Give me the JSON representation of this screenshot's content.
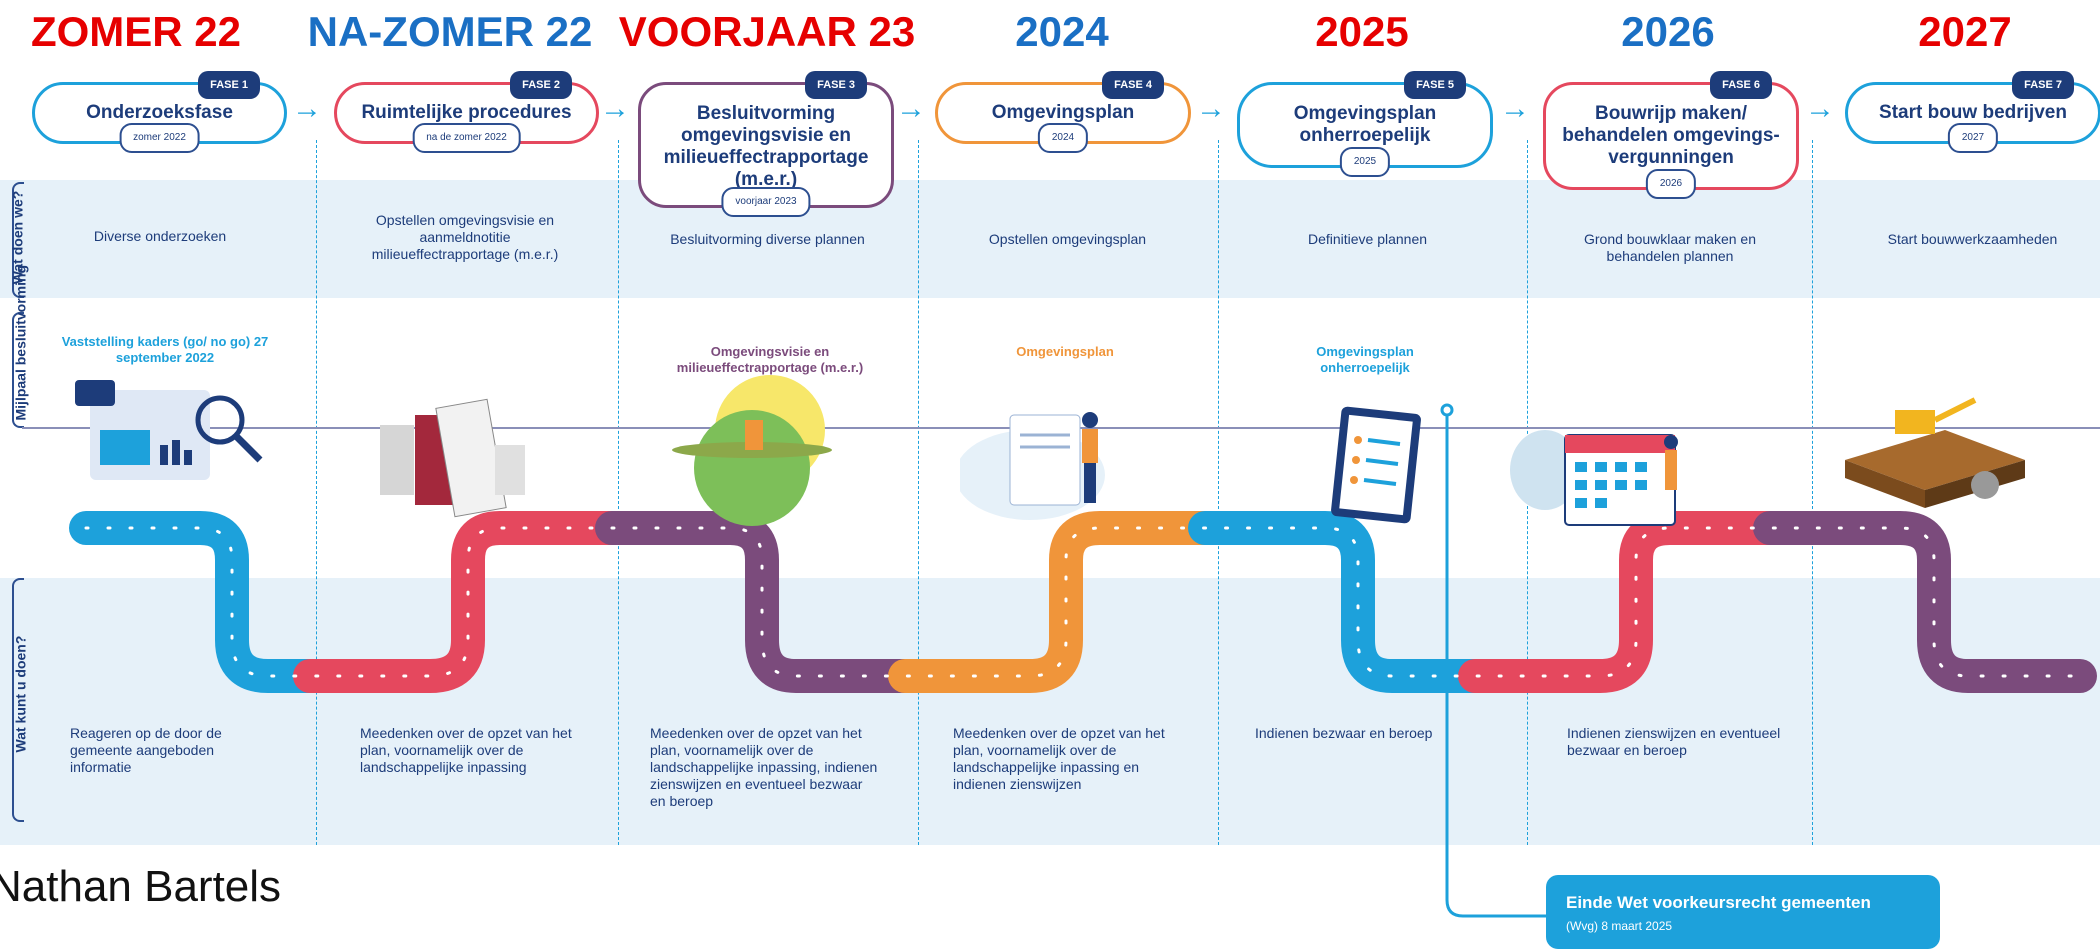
{
  "headlines": [
    {
      "text": "ZOMER 22",
      "color": "#e60000"
    },
    {
      "text": "NA-ZOMER 22",
      "color": "#1a6fc4"
    },
    {
      "text": "VOORJAAR 23",
      "color": "#e60000"
    },
    {
      "text": "2024",
      "color": "#1a6fc4"
    },
    {
      "text": "2025",
      "color": "#e60000"
    },
    {
      "text": "2026",
      "color": "#1a6fc4"
    },
    {
      "text": "2027",
      "color": "#e60000"
    }
  ],
  "row_labels": {
    "wat_doen_we": "Wat doen we?",
    "mijlpaal": "Mijlpaal besluitvorming",
    "wat_kunt_u": "Wat kunt u doen?"
  },
  "phases": [
    {
      "fase": "FASE 1",
      "title": "Onderzoeksfase",
      "date": "zomer 2022",
      "color": "#1da1db",
      "wat_doen_we": "Diverse onderzoeken",
      "wat_kunt_u": "Reageren op de door de gemeente aangeboden informatie"
    },
    {
      "fase": "FASE 2",
      "title": "Ruimtelijke procedures",
      "date": "na de zomer 2022",
      "color": "#e5485e",
      "wat_doen_we": "Opstellen omgevingsvisie en aanmeldnotitie milieueffectrapportage (m.e.r.)",
      "wat_kunt_u": "Meedenken over de opzet van het plan, voornamelijk over de landschappelijke inpassing"
    },
    {
      "fase": "FASE 3",
      "title": "Besluitvorming omgevingsvisie en milieueffectrapportage (m.e.r.)",
      "date": "voorjaar 2023",
      "color": "#7b4b7c",
      "wat_doen_we": "Besluitvorming diverse plannen",
      "wat_kunt_u": "Meedenken over de opzet van het plan, voornamelijk over de landschappelijke inpassing, indienen zienswijzen en eventueel bezwaar en beroep"
    },
    {
      "fase": "FASE 4",
      "title": "Omgevingsplan",
      "date": "2024",
      "color": "#f0953a",
      "wat_doen_we": "Opstellen omgevingsplan",
      "wat_kunt_u": "Meedenken over de opzet van het plan, voornamelijk over de landschappelijke inpassing en indienen zienswijzen"
    },
    {
      "fase": "FASE 5",
      "title": "Omgevingsplan onherroepelijk",
      "date": "2025",
      "color": "#1da1db",
      "wat_doen_we": "Definitieve plannen",
      "wat_kunt_u": "Indienen bezwaar en beroep"
    },
    {
      "fase": "FASE 6",
      "title": "Bouwrijp maken/ behandelen omgevings-vergunningen",
      "date": "2026",
      "color": "#e5485e",
      "wat_doen_we": "Grond bouwklaar maken en behandelen plannen",
      "wat_kunt_u": "Indienen zienswijzen en eventueel bezwaar en beroep"
    },
    {
      "fase": "FASE 7",
      "title": "Start bouw bedrijven",
      "date": "2027",
      "color": "#1da1db",
      "wat_doen_we": "Start bouwwerkzaamheden",
      "wat_kunt_u": ""
    }
  ],
  "milestones": [
    {
      "text": "Vaststelling kaders (go/ no go) 27 september 2022",
      "color": "#1da1db"
    },
    {
      "text": "Omgevingsvisie en milieueffectrapportage (m.e.r.)",
      "color": "#7b4b7c"
    },
    {
      "text": "Omgevingsplan",
      "color": "#f0953a"
    },
    {
      "text": "Omgevingsplan onherroepelijk",
      "color": "#1da1db"
    }
  ],
  "notice": {
    "title": "Einde Wet voorkeursrecht gemeenten",
    "subtitle": "(Wvg) 8 maart 2025"
  },
  "author": "Nathan Bartels"
}
